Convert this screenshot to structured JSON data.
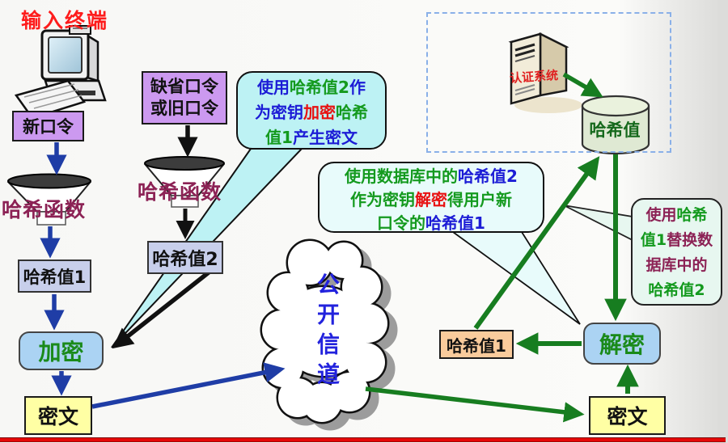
{
  "colors": {
    "blue": "#1c1cd6",
    "green": "#149a1e",
    "red": "#e81111",
    "maroon": "#8c2255",
    "title_red": "#fe1c1c",
    "process_text_green": "#1a8a1a",
    "db_text_green": "#15691c",
    "cloud_text_blue": "#2222dd",
    "server_label_red": "#e02020",
    "hash_fn_label_maroon": "#8c2255",
    "arrow_blue": "#1f3da6",
    "arrow_green": "#177d20",
    "arrow_black": "#111111",
    "box_purple": "#cc99f0",
    "box_hash": "#c8cfeb",
    "box_process_blue": "#abd3f3",
    "box_cipher_yellow": "#ffffa4",
    "box_hash1_tan": "#f9cb9c",
    "cylinder_fill": "#dfe9d3",
    "bubble_cyan": "#bdf2f4",
    "bubble_pale_cyan": "#e8fbfb",
    "bubble_mint": "#e7f7f0",
    "dashed_border_blue": "#8ab0e8",
    "bottom_line_red": "#e50808"
  },
  "input_terminal": {
    "title": "输入终端",
    "new_password_label": "新口令",
    "hash_function_label": "哈希函数",
    "hash_value_1_label": "哈希值1",
    "encrypt_label": "加密",
    "ciphertext_label": "密文"
  },
  "password_column": {
    "old_password_label": "缺省口令\n或旧口令",
    "hash_function_label": "哈希函数",
    "hash_value_2_label": "哈希值2"
  },
  "channel": {
    "cloud_label": "公开信道"
  },
  "auth_system": {
    "server_label": "认证系统",
    "database_label": "哈希值",
    "hash_value_1_label": "哈希值1",
    "decrypt_label": "解密",
    "ciphertext_label": "密文"
  },
  "callout_encrypt": {
    "lines": [
      [
        {
          "t": "使用",
          "c": "blue"
        },
        {
          "t": "哈希值2",
          "c": "green"
        },
        {
          "t": "作",
          "c": "blue"
        }
      ],
      [
        {
          "t": "为密钥",
          "c": "blue"
        },
        {
          "t": "加密",
          "c": "red"
        },
        {
          "t": "哈希",
          "c": "green"
        }
      ],
      [
        {
          "t": "值1",
          "c": "green"
        },
        {
          "t": "产生密文",
          "c": "blue"
        }
      ]
    ]
  },
  "callout_decrypt": {
    "lines": [
      [
        {
          "t": "使用数据库中的",
          "c": "green"
        },
        {
          "t": "哈希值2",
          "c": "blue"
        }
      ],
      [
        {
          "t": "作为密钥",
          "c": "green"
        },
        {
          "t": "解密",
          "c": "red"
        },
        {
          "t": "得用户新",
          "c": "green"
        }
      ],
      [
        {
          "t": "口令的",
          "c": "green"
        },
        {
          "t": "哈希值1",
          "c": "blue"
        }
      ]
    ]
  },
  "callout_replace": {
    "lines": [
      [
        {
          "t": "使用",
          "c": "maroon"
        },
        {
          "t": "哈希",
          "c": "green"
        }
      ],
      [
        {
          "t": "值1",
          "c": "green"
        },
        {
          "t": "替换数",
          "c": "maroon"
        }
      ],
      [
        {
          "t": "据库中的",
          "c": "maroon"
        }
      ],
      [
        {
          "t": "哈希值2",
          "c": "green"
        }
      ]
    ]
  }
}
